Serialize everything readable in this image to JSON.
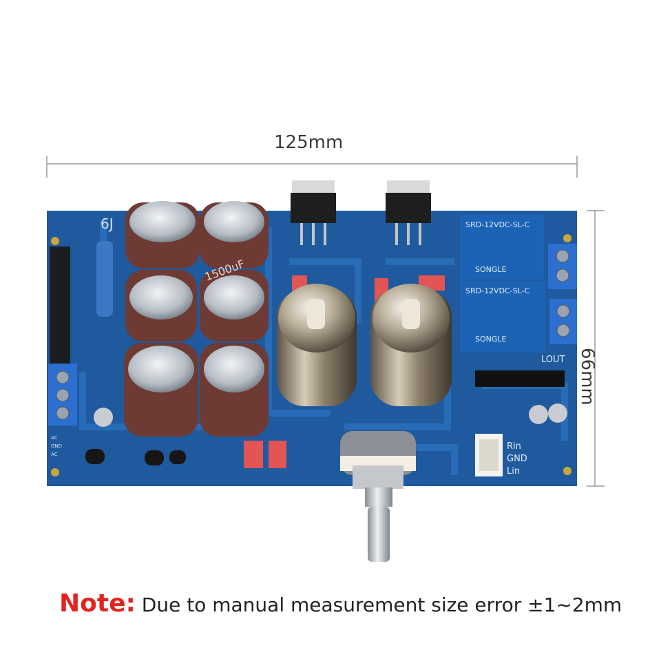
{
  "dimensions": {
    "width_label": "125mm",
    "height_label": "66mm"
  },
  "note": {
    "key": "Note:",
    "text": " Due to manual measurement size error ±1~2mm"
  },
  "board": {
    "silkscreen_title": "6J",
    "output_label": "LOUT",
    "input_labels": [
      "Rin",
      "GND",
      "Lin"
    ],
    "power_labels": [
      "AC",
      "GND",
      "AC"
    ],
    "relay_text": "SRD-12VDC-SL-C",
    "relay_brand": "SONGLE",
    "cap_text": "1500uF"
  },
  "colors": {
    "pcb": "#1f5a9e",
    "pcb_dark": "#174781",
    "trace": "#2a6cb6",
    "capacitor": "#6e3a34",
    "relay": "#1d63b5",
    "terminal": "#2d6fd0",
    "note_red": "#e3231f"
  }
}
